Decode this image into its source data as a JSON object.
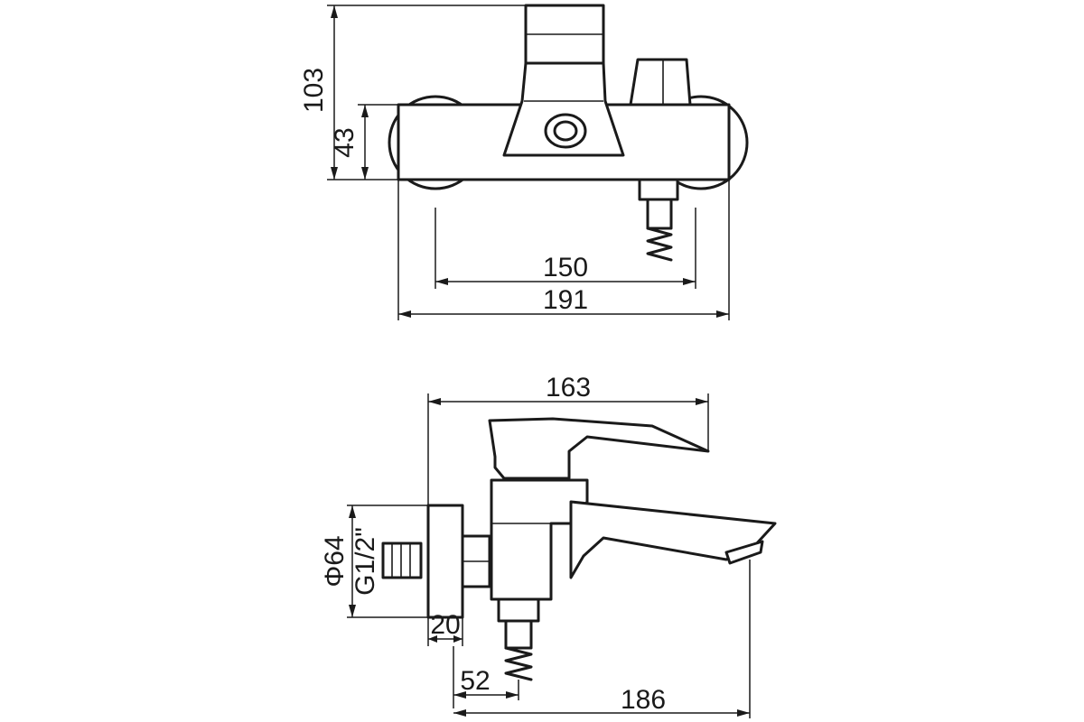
{
  "dimensions": {
    "height_total": "103",
    "height_body": "43",
    "center_distance": "150",
    "overall_width": "191",
    "handle_length": "163",
    "flange_diameter": "Φ64",
    "thread": "G1/2\"",
    "wall_offset": "20",
    "outlet_offset": "52",
    "spout_reach": "186"
  }
}
